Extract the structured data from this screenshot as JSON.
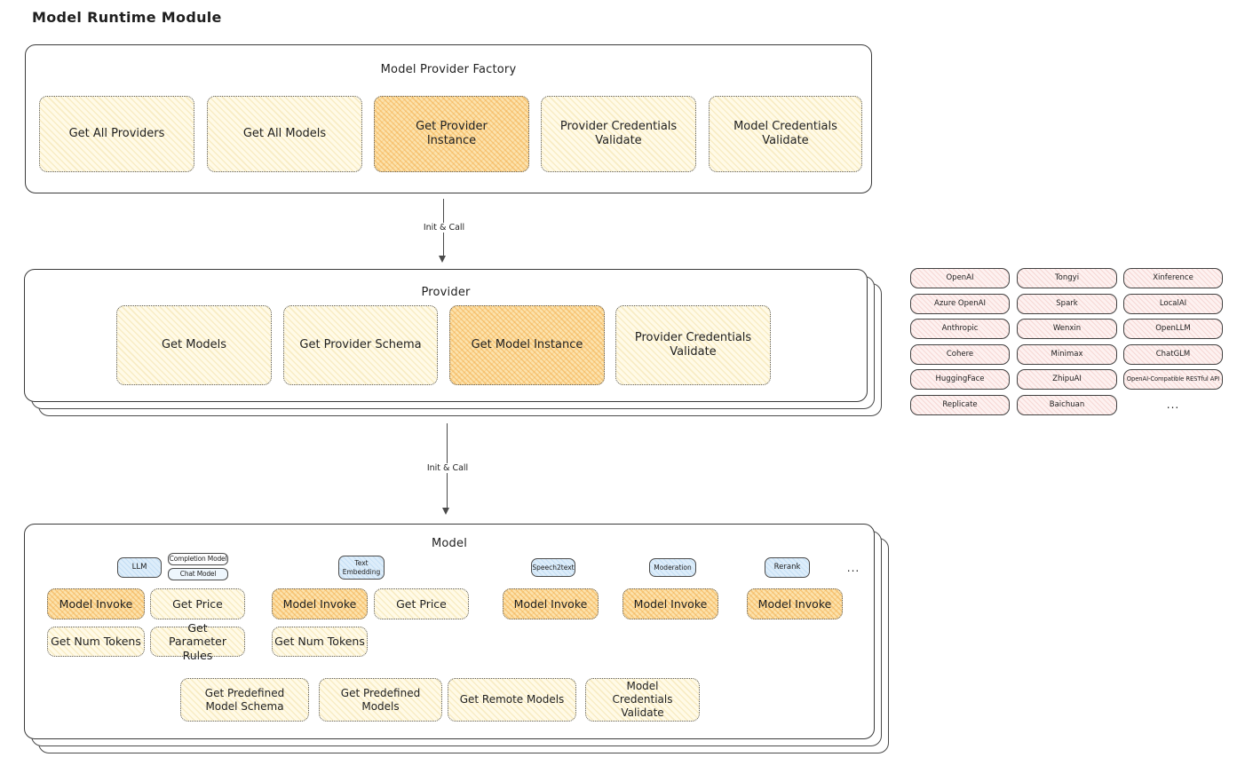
{
  "page": {
    "title": "Model Runtime Module"
  },
  "arrows": {
    "label": "Init & Call"
  },
  "factory": {
    "title": "Model Provider Factory",
    "ops": [
      "Get All Providers",
      "Get All Models",
      "Get Provider Instance",
      "Provider Credentials Validate",
      "Model Credentials Validate"
    ]
  },
  "provider": {
    "title": "Provider",
    "ops": [
      "Get Models",
      "Get Provider Schema",
      "Get Model Instance",
      "Provider Credentials Validate"
    ]
  },
  "providers": {
    "col1": [
      "OpenAI",
      "Azure OpenAI",
      "Anthropic",
      "Cohere",
      "HuggingFace",
      "Replicate"
    ],
    "col2": [
      "Tongyi",
      "Spark",
      "Wenxin",
      "Minimax",
      "ZhipuAI",
      "Baichuan"
    ],
    "col3": [
      "Xinference",
      "LocalAI",
      "OpenLLM",
      "ChatGLM",
      "OpenAI-Compatible RESTful API"
    ],
    "more": "..."
  },
  "model": {
    "title": "Model",
    "types": {
      "llm": "LLM",
      "completion": "Completion Model",
      "chat": "Chat Model",
      "text_embedding": "Text Embedding",
      "speech2text": "Speech2text",
      "moderation": "Moderation",
      "rerank": "Rerank",
      "more": "..."
    },
    "ops": {
      "invoke": "Model Invoke",
      "price": "Get Price",
      "num_tokens": "Get Num Tokens",
      "param_rules": "Get Parameter Rules",
      "predef_schema": "Get Predefined Model Schema",
      "predef_models": "Get Predefined Models",
      "remote_models": "Get Remote Models",
      "cred_validate": "Model Credentials Validate"
    }
  },
  "colors": {
    "yellow": "#fffae7",
    "orange": "#fce2ac",
    "pink": "#fdf1f0",
    "blue": "#ddedfa",
    "ink": "#1f1f1f"
  }
}
